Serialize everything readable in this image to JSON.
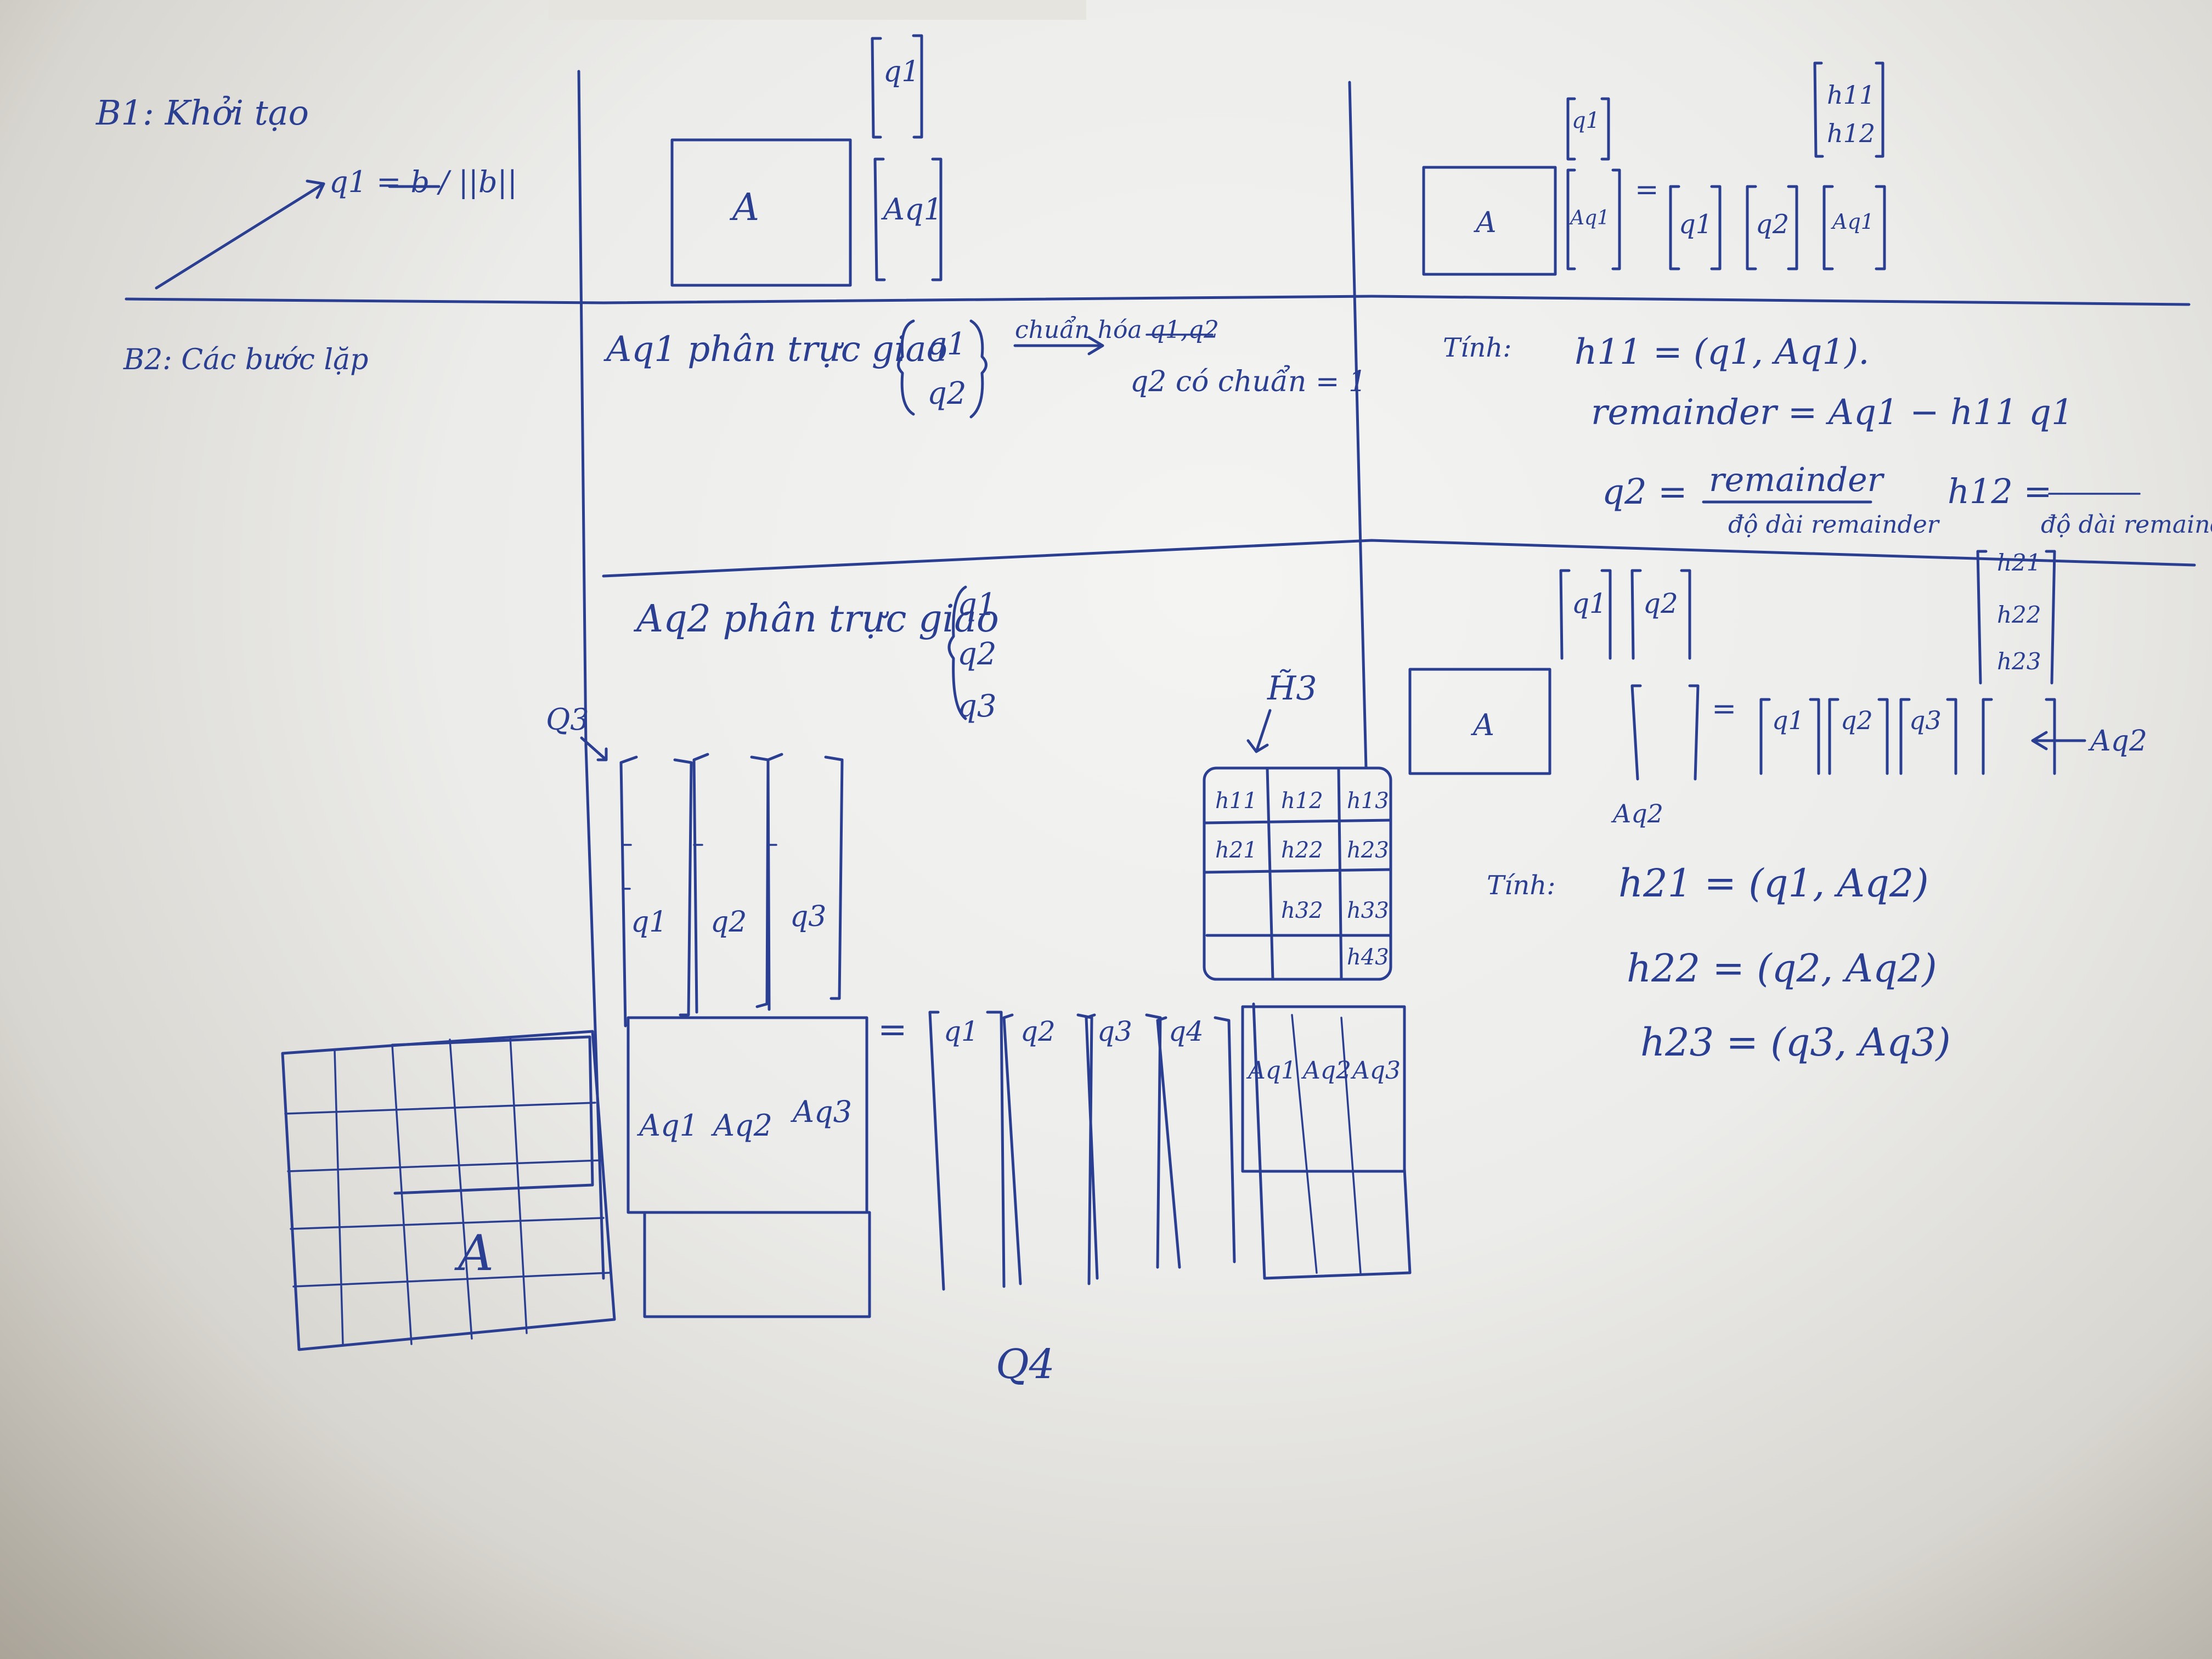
{
  "colors": {
    "ink": "#2b3f92",
    "paper": "#efefec"
  },
  "section1": {
    "heading": "B1: Khởi tạo",
    "q1_formula": "q1 = b / ||b||",
    "col_q1": "q1",
    "matrix_a": "A",
    "col_aq1": "Aq1",
    "h11": "h11",
    "h12": "h12",
    "eq_q1": "q1",
    "eq_aq1": "Aq1",
    "eq_q2": "q2",
    "eq_aq1_right": "Aq1"
  },
  "section2": {
    "heading": "B2: Các bước lặp",
    "aq1_line": "Aq1 phân trực giao",
    "brace_q1": "q1",
    "brace_q2": "q2",
    "arrow_note": "chuẩn hóa q1,q2",
    "q2_norm_note": "q2 có chuẩn = 1",
    "tinh_label": "Tính:",
    "h11_eq": "h11 = (q1, Aq1).",
    "remainder_eq": "remainder = Aq1 − h11 q1",
    "q2_eq": "q2 =",
    "q2_frac_num": "remainder",
    "q2_frac_den": "độ dài remainder",
    "h12_eq": "h12 =",
    "h12_note": "độ dài remainder"
  },
  "section3": {
    "aq2_line": "Aq2 phân trực giao",
    "brace_q1": "q1",
    "brace_q2": "q2",
    "brace_q3": "q3",
    "q_label": "Q3",
    "h_label": "H̃3",
    "cols": [
      "q1",
      "q2",
      "q3"
    ],
    "aq_row": [
      "Aq1",
      "Aq2",
      "Aq3"
    ],
    "matrix_a": "A",
    "eq_sign": "=",
    "cols4": [
      "q1",
      "q2",
      "q3",
      "q4"
    ],
    "aq_row_right": [
      "Aq1",
      "Aq2",
      "Aq3"
    ],
    "h_grid": [
      [
        "h11",
        "h12",
        "h13"
      ],
      [
        "h21",
        "h22",
        "h23"
      ],
      [
        "",
        "h32",
        "h33"
      ],
      [
        "",
        "",
        "h43"
      ]
    ],
    "q4_label": "Q4",
    "right_a": "A",
    "right_q1": "q1",
    "right_q2": "q2",
    "right_h21": "h21",
    "right_h22": "h22",
    "right_h23": "h23",
    "right_eq_q": [
      "q1",
      "q2",
      "q3"
    ],
    "right_aq2": "Aq2",
    "right_aq2_bottom": "Aq2",
    "tinh_label": "Tính:",
    "h21_eq": "h21 = (q1, Aq2)",
    "h22_eq": "h22 = (q2, Aq2)",
    "h23_eq": "h23 = (q3, Aq3)"
  }
}
